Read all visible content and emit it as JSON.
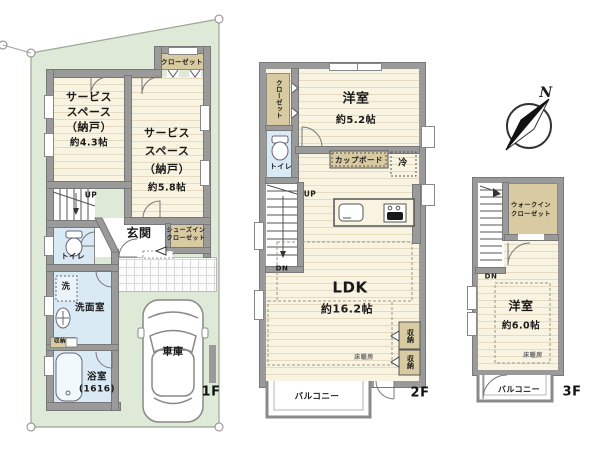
{
  "colors": {
    "site_green": "#dfe9d8",
    "wall_gray": "#9a9a9a",
    "floor_cream": "#f9f3e1",
    "floor_stripe": "#d4c08f",
    "wet_blue": "#d9eaf4",
    "closet_tan": "#d8cba2"
  },
  "f1": {
    "floor_label": "1F",
    "service1": {
      "l1": "サービス",
      "l2": "スペース",
      "l3": "（納戸）",
      "size": "約4.3帖"
    },
    "service2": {
      "l1": "サービス",
      "l2": "スペース",
      "l3": "（納戸）",
      "size": "約5.8帖"
    },
    "closet": "クローゼット",
    "up": "UP",
    "toilet": "トイレ",
    "entrance": "玄関",
    "shoes1": "シューズイン",
    "shoes2": "クローゼット",
    "washer": "洗",
    "washroom": "洗面室",
    "storage": "収納",
    "bath1": "浴室",
    "bath2": "(1616)",
    "garage": "車庫"
  },
  "f2": {
    "floor_label": "2F",
    "closet": "クローゼット",
    "toilet": "トイレ",
    "bedroom": {
      "name": "洋室",
      "size": "約5.2帖"
    },
    "cupboard": "カップボード",
    "fridge": "冷",
    "up": "UP",
    "dn": "DN",
    "ldk": {
      "name": "LDK",
      "size": "約16.2帖"
    },
    "floor_heating": "床暖房",
    "storage1": "収納",
    "storage2": "収納",
    "balcony": "バルコニー"
  },
  "f3": {
    "floor_label": "3F",
    "dn": "DN",
    "wic1": "ウォークイン",
    "wic2": "クローゼット",
    "bedroom": {
      "name": "洋室",
      "size": "約6.0帖"
    },
    "floor_heating": "床暖房",
    "balcony": "バルコニー"
  },
  "compass": {
    "north": "N"
  }
}
